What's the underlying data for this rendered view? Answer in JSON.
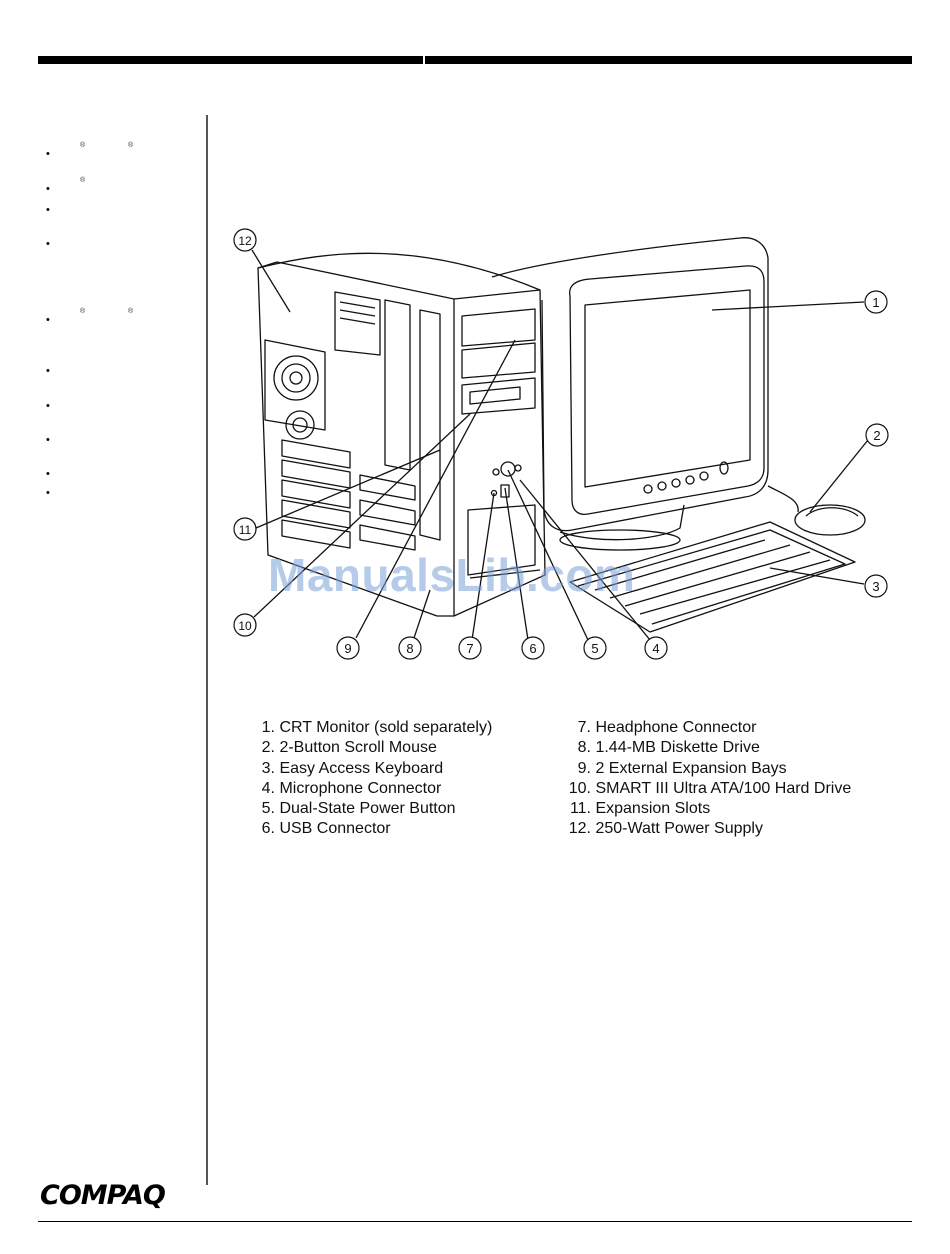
{
  "sidebar": {
    "bullets": [
      "",
      "",
      "",
      "",
      "",
      "",
      "",
      "",
      "",
      "",
      ""
    ],
    "reg_mark": "®"
  },
  "figure": {
    "callouts": [
      "1",
      "2",
      "3",
      "4",
      "5",
      "6",
      "7",
      "8",
      "9",
      "10",
      "11",
      "12"
    ],
    "watermark": "ManualsLib.com"
  },
  "legend": {
    "left": [
      {
        "num": "1.",
        "label": "CRT Monitor (sold separately)"
      },
      {
        "num": "2.",
        "label": "2-Button Scroll Mouse"
      },
      {
        "num": "3.",
        "label": "Easy Access Keyboard"
      },
      {
        "num": "4.",
        "label": "Microphone Connector"
      },
      {
        "num": "5.",
        "label": "Dual-State Power Button"
      },
      {
        "num": "6.",
        "label": "USB Connector"
      }
    ],
    "right": [
      {
        "num": "7.",
        "label": "Headphone Connector"
      },
      {
        "num": "8.",
        "label": "1.44-MB Diskette Drive"
      },
      {
        "num": "9.",
        "label": "2 External Expansion Bays"
      },
      {
        "num": "10.",
        "label": "SMART III Ultra ATA/100 Hard Drive"
      },
      {
        "num": "11.",
        "label": "Expansion Slots"
      },
      {
        "num": "12.",
        "label": "250-Watt Power Supply"
      }
    ]
  },
  "footer": {
    "logo": "COMPAQ"
  }
}
